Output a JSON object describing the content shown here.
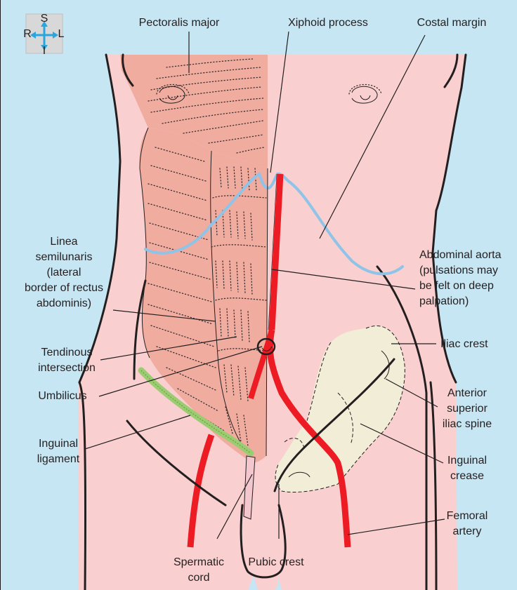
{
  "figure": {
    "orientation": {
      "superior": "S",
      "inferior": "I",
      "right": "R",
      "left": "L"
    },
    "colors": {
      "background": "#c6e6f4",
      "skin": "#f9d0cf",
      "muscle": "#f1aca0",
      "costal_margin": "#8fc3e7",
      "artery": "#ed1c24",
      "inguinal_ligament": "#9ccc72",
      "bone": "#f2edd7",
      "spermatic_cord": "#f4c7cf",
      "outline": "#231f20"
    },
    "labels": {
      "pectoralis_major": "Pectoralis major",
      "xiphoid_process": "Xiphoid process",
      "costal_margin": "Costal margin",
      "linea_semilunaris": [
        "Linea",
        "semilunaris",
        "(lateral",
        "border of rectus",
        "abdominis)"
      ],
      "abdominal_aorta": [
        "Abdominal aorta",
        "(pulsations may",
        "be felt on deep",
        "palpation)"
      ],
      "tendinous_intersection": [
        "Tendinous",
        "intersection"
      ],
      "iliac_crest": "Iliac crest",
      "anterior_superior_iliac_spine": [
        "Anterior",
        "superior",
        "iliac spine"
      ],
      "umbilicus": "Umbilicus",
      "inguinal_ligament": [
        "Inguinal",
        "ligament"
      ],
      "inguinal_crease": [
        "Inguinal",
        "crease"
      ],
      "femoral_artery": [
        "Femoral",
        "artery"
      ],
      "spermatic_cord": [
        "Spermatic",
        "cord"
      ],
      "pubic_crest": "Pubic crest"
    }
  }
}
